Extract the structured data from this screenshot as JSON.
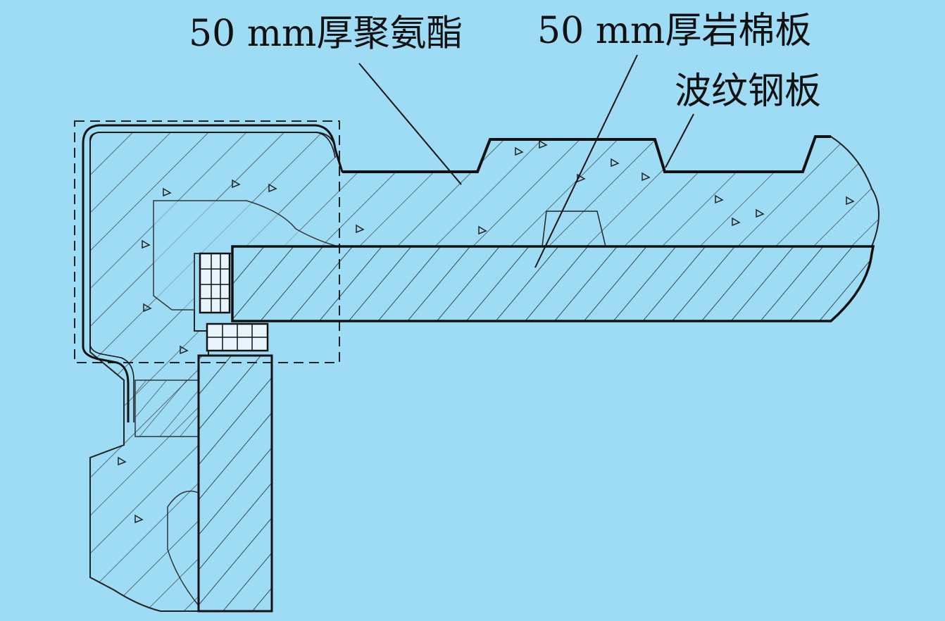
{
  "labels": {
    "polyurethane": "50 mm厚聚氨酯",
    "rock_wool": "50 mm厚岩棉板",
    "corrugated_steel": "波纹钢板"
  },
  "colors": {
    "background": "#9edcf6",
    "line": "#111111"
  }
}
